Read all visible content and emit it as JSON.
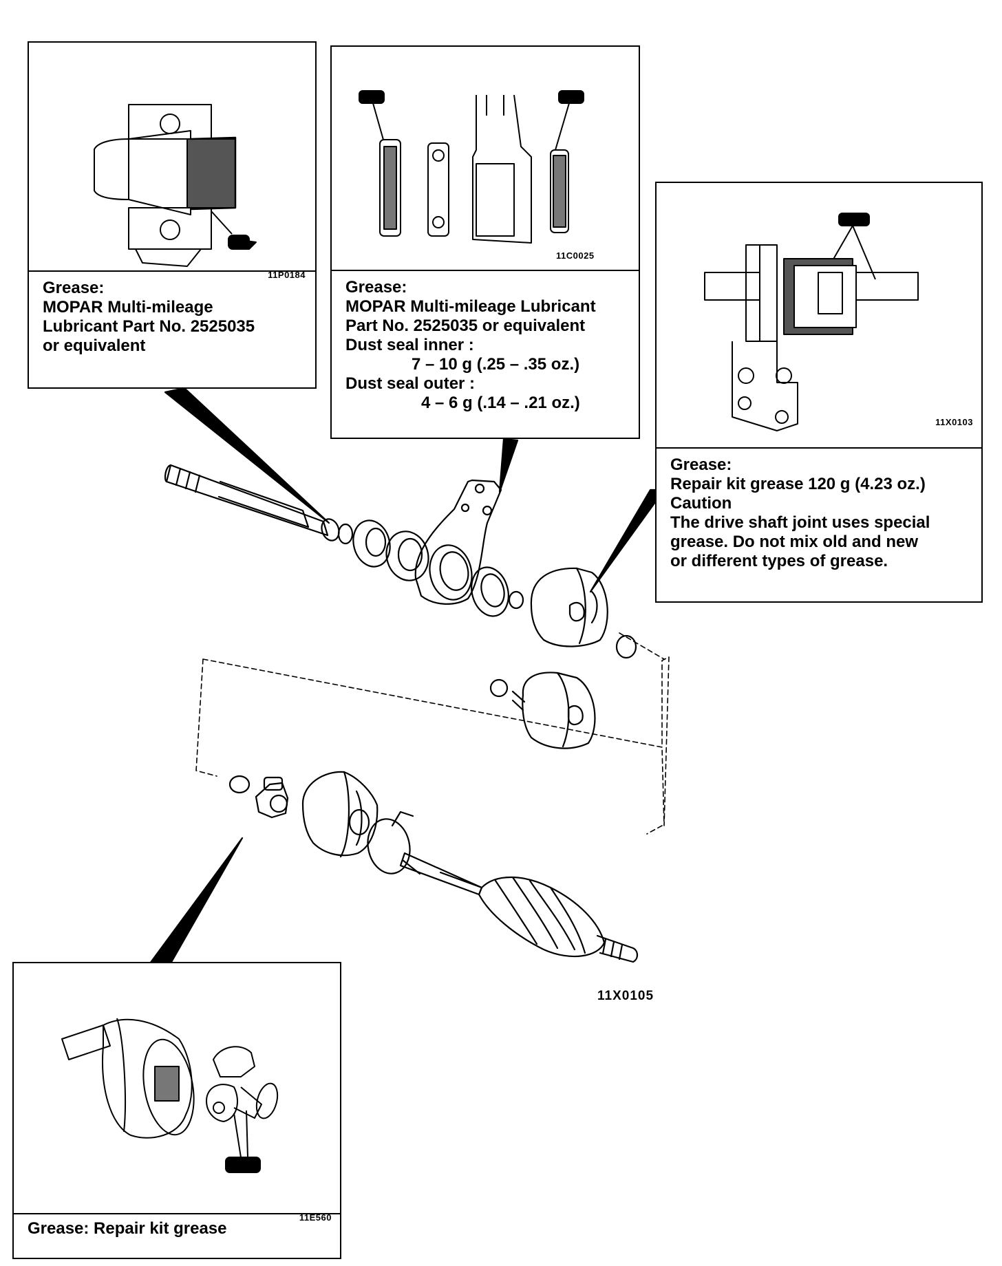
{
  "main_figure_code": "11X0105",
  "panels": {
    "bearing": {
      "figure_code": "11P0184",
      "lines": [
        "Grease:",
        "MOPAR Multi-mileage",
        "Lubricant Part No. 2525035",
        "or equivalent"
      ]
    },
    "dust_seal": {
      "figure_code": "11C0025",
      "lines": [
        "Grease:",
        "MOPAR Multi-mileage Lubricant",
        "Part No. 2525035 or equivalent",
        "Dust seal inner :",
        "7 – 10 g (.25 – .35 oz.)",
        "Dust seal outer :",
        "4 – 6 g (.14 – .21 oz.)"
      ]
    },
    "joint": {
      "figure_code": "11X0103",
      "lines": [
        "Grease:",
        "Repair kit grease 120 g (4.23 oz.)",
        "Caution",
        "The drive shaft joint uses special",
        "grease. Do not mix old and new",
        "or different types of grease."
      ]
    },
    "tripod": {
      "figure_code": "11E560",
      "lines": [
        "Grease: Repair kit grease"
      ]
    }
  }
}
